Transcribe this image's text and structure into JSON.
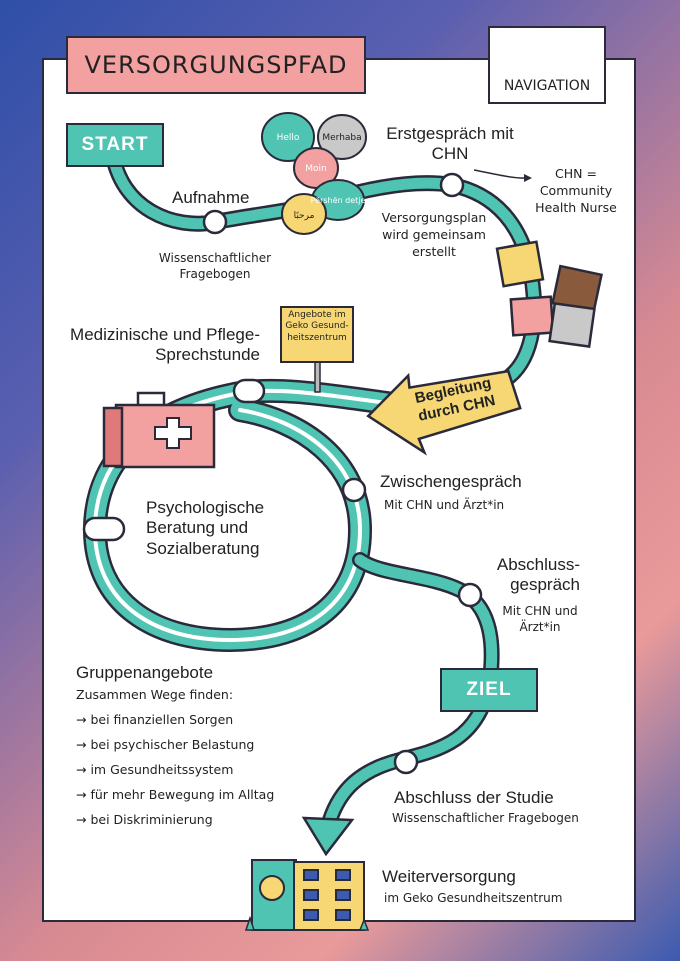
{
  "header": {
    "title": "VERSORGUNGSPFAD",
    "nav_label": "NAVIGATION"
  },
  "buttons": {
    "start": "START",
    "ziel": "ZIEL"
  },
  "bubbles": [
    "Hello",
    "Merhaba",
    "Moin",
    "Përshën detje",
    "مرحبًا"
  ],
  "steps": {
    "aufnahme": {
      "title": "Aufnahme",
      "sub": "Wissenschaftlicher Fragebogen"
    },
    "erstgespraech": {
      "title": "Erstgespräch mit CHN"
    },
    "chn_note": "CHN = Community Health Nurse",
    "versorgungsplan": "Versorgungsplan wird gemeinsam erstellt",
    "sign": "Angebote im Geko Gesund-heitszentrum",
    "begleitung": "Begleitung durch CHN",
    "sprechstunde": "Medizinische und Pflege-Sprechstunde",
    "zwischen": {
      "title": "Zwischengespräch",
      "sub": "Mit CHN und Ärzt*in"
    },
    "psycho": "Psychologische Beratung und Sozialberatung",
    "abschluss": {
      "title": "Abschluss-gespräch",
      "sub": "Mit CHN und Ärzt*in"
    },
    "studie": {
      "title": "Abschluss der Studie",
      "sub": "Wissenschaftlicher Fragebogen"
    },
    "weiter": {
      "title": "Weiterversorgung",
      "sub": "im Geko Gesundheitszentrum"
    }
  },
  "gruppen": {
    "title": "Gruppenangebote",
    "intro": "Zusammen Wege finden:",
    "items": [
      "→ bei finanziellen Sorgen",
      "→ bei psychischer Belastung",
      "→ im Gesundheitssystem",
      "→ für mehr Bewegung im Alltag",
      "→ bei Diskriminierung"
    ]
  },
  "colors": {
    "teal": "#4fc4b3",
    "pink": "#f3a0a0",
    "yellow": "#f7d774",
    "brown": "#8a5a3c",
    "grey": "#c9c9c9",
    "outline": "#2a2a3a"
  }
}
